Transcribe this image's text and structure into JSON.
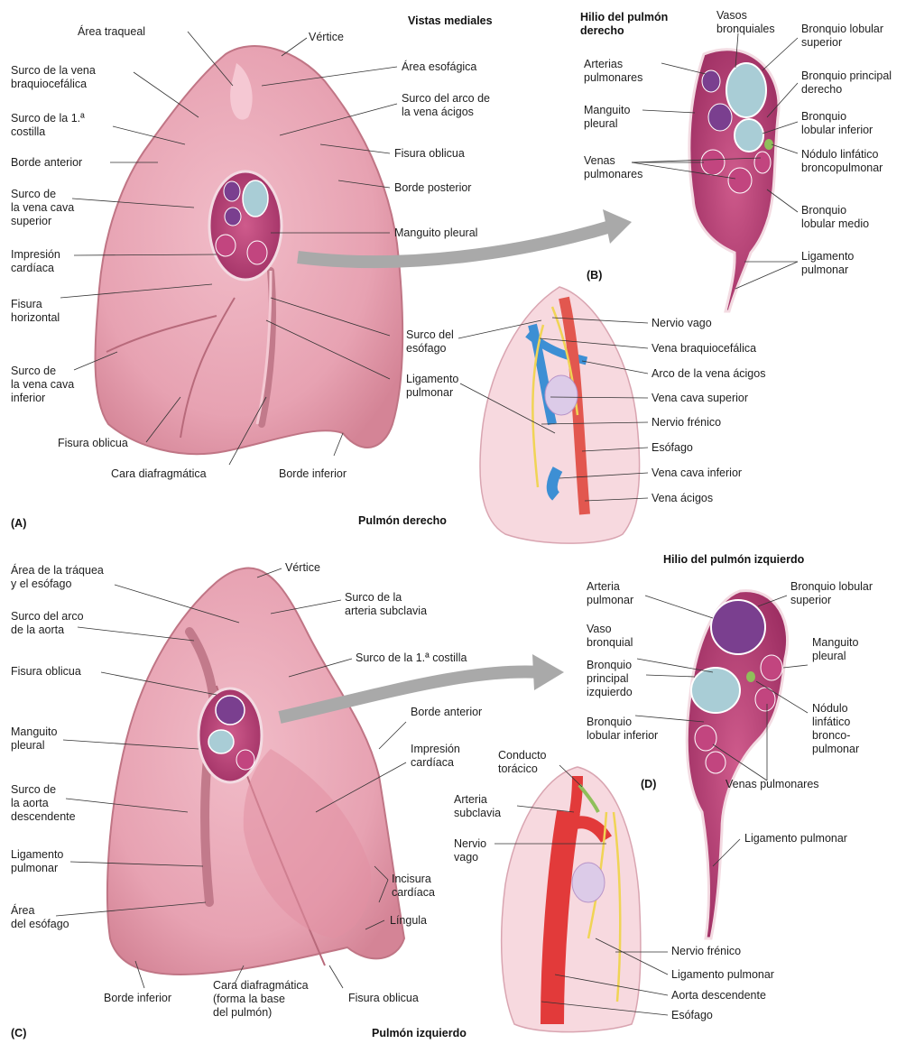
{
  "headings": {
    "medial_views": "Vistas mediales",
    "hilum_right": "Hilio del pulmón\nderecho",
    "right_lung": "Pulmón derecho",
    "hilum_left": "Hilio del pulmón izquierdo",
    "left_lung": "Pulmón izquierdo"
  },
  "panels": {
    "a": "(A)",
    "b": "(B)",
    "c": "(C)",
    "d": "(D)"
  },
  "panel_a": {
    "area_traqueal": "Área traqueal",
    "vertice": "Vértice",
    "surco_braquiocefalica": "Surco de la vena\nbraquiocefálica",
    "area_esofagica": "Área esofágica",
    "surco_1_costilla": "Surco de la 1.ª\ncostilla",
    "surco_arco_acigos": "Surco del arco de\nla vena ácigos",
    "borde_anterior": "Borde anterior",
    "fisura_oblicua_r": "Fisura oblicua",
    "borde_posterior": "Borde posterior",
    "surco_vcs": "Surco de\nla vena cava\nsuperior",
    "manguito_pleural": "Manguito pleural",
    "impresion_cardiaca": "Impresión\ncardíaca",
    "fisura_horizontal": "Fisura\nhorizontal",
    "surco_esofago": "Surco del\nesófago",
    "surco_vci": "Surco de\nla vena cava\ninferior",
    "ligamento_pulmonar": "Ligamento\npulmonar",
    "fisura_oblicua_l": "Fisura oblicua",
    "cara_diafragmatica": "Cara diafragmática",
    "borde_inferior": "Borde inferior"
  },
  "panel_b": {
    "arterias_pulmonares": "Arterias\npulmonares",
    "vasos_bronquiales": "Vasos\nbronquiales",
    "bronquio_lobular_superior": "Bronquio lobular\nsuperior",
    "bronquio_principal_derecho": "Bronquio principal\nderecho",
    "manguito_pleural": "Manguito\npleural",
    "bronquio_lobular_inferior": "Bronquio\nlobular inferior",
    "nodulo": "Nódulo linfático\nbroncopulmonar",
    "venas_pulmonares": "Venas\npulmonares",
    "bronquio_lobular_medio": "Bronquio\nlobular medio",
    "ligamento_pulmonar": "Ligamento\npulmonar"
  },
  "inset_right": {
    "nervio_vago": "Nervio vago",
    "vena_braquiocefalica": "Vena braquiocefálica",
    "arco_acigos": "Arco de la vena ácigos",
    "vena_cava_superior": "Vena cava superior",
    "nervio_frenico": "Nervio frénico",
    "esofago": "Esófago",
    "vena_cava_inferior": "Vena cava inferior",
    "vena_acigos": "Vena ácigos"
  },
  "panel_c": {
    "vertice": "Vértice",
    "area_traquea_esofago": "Área de la tráquea\ny el esófago",
    "surco_arteria_subclavia": "Surco de la\narteria subclavia",
    "surco_arco_aorta": "Surco del arco\nde la aorta",
    "surco_1_costilla": "Surco de la 1.ª costilla",
    "fisura_oblicua_top": "Fisura oblicua",
    "borde_anterior": "Borde anterior",
    "manguito_pleural": "Manguito\npleural",
    "impresion_cardiaca": "Impresión\ncardíaca",
    "surco_aorta_descendente": "Surco de\nla aorta\ndescendente",
    "ligamento_pulmonar": "Ligamento\npulmonar",
    "incisura_cardiaca": "Incisura\ncardíaca",
    "area_esofago": "Área\ndel esófago",
    "lingula": "Língula",
    "borde_inferior": "Borde inferior",
    "cara_diafragmatica": "Cara diafragmática\n(forma la base\ndel pulmón)",
    "fisura_oblicua_bottom": "Fisura oblicua"
  },
  "panel_d": {
    "arteria_pulmonar": "Arteria\npulmonar",
    "bronquio_lobular_superior": "Bronquio lobular\nsuperior",
    "vaso_bronquial": "Vaso\nbronquial",
    "manguito_pleural": "Manguito\npleural",
    "bronquio_principal_izquierdo": "Bronquio\nprincipal\nizquierdo",
    "bronquio_lobular_inferior": "Bronquio\nlobular inferior",
    "nodulo": "Nódulo\nlinfático\nbronco-\npulmonar",
    "venas_pulmonares": "Venas pulmonares",
    "ligamento_pulmonar": "Ligamento pulmonar"
  },
  "inset_left": {
    "conducto_toracico": "Conducto\ntorácico",
    "arteria_subclavia": "Arteria\nsubclavia",
    "nervio_vago": "Nervio\nvago",
    "nervio_frenico": "Nervio frénico",
    "ligamento_pulmonar": "Ligamento pulmonar",
    "aorta_descendente": "Aorta descendente",
    "esofago": "Esófago"
  },
  "colors": {
    "lung": "#e9a6b4",
    "lung_dark": "#d88798",
    "artery": "#7a3f8f",
    "vein": "#c2457f",
    "bronchus": "#a9cdd6",
    "aorta": "#e23a3a",
    "vena_cava": "#3d8fd4",
    "nerve": "#f0d455",
    "lymph": "#8fbf5a",
    "arrow": "#a9a9a9"
  }
}
